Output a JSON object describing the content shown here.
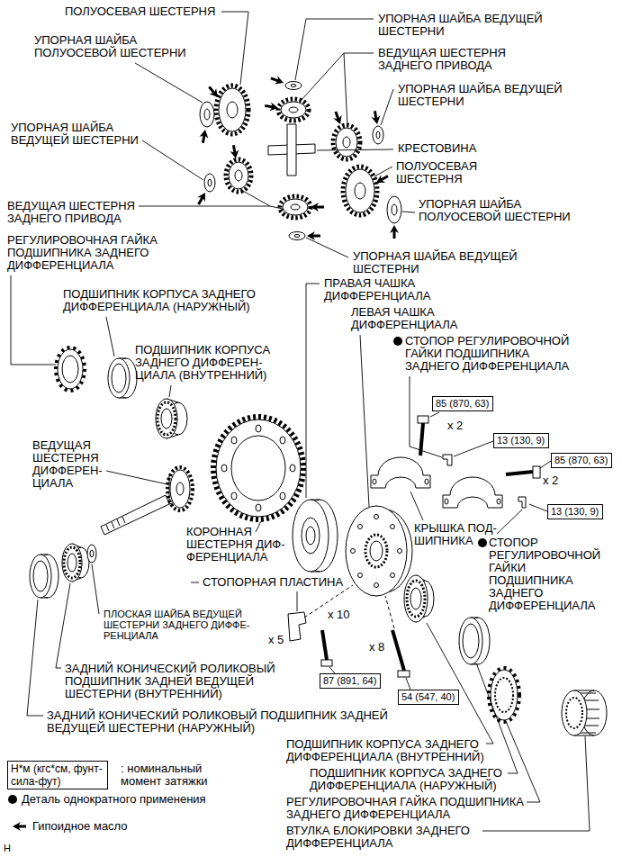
{
  "diagram": {
    "nodes": [
      {
        "text": [
          "85 (870, 63)"
        ]
      },
      {
        "text": [
          "13 (130, 9)"
        ]
      },
      {
        "text": [
          "85 (870, 63)"
        ]
      },
      {
        "text": [
          "13 (130, 9)"
        ]
      },
      {
        "text": [
          "87 (891, 64)"
        ]
      },
      {
        "text": [
          "54 (547, 40)"
        ]
      },
      {
        "text": [
          "Н*м (кгс*см, фунт-сила-фут)"
        ]
      }
    ],
    "labels": [
      "ПОЛУОСЕВАЯ ШЕСТЕРНЯ",
      "УПОРНАЯ ШАЙБА ВЕДУЩЕЙ ШЕСТЕРНИ",
      "УПОРНАЯ ШАЙБА ПОЛУОСЕВОЙ ШЕСТЕРНИ",
      "ВЕДУЩАЯ ШЕСТЕРНЯ ЗАДНЕГО ПРИВОДА",
      "УПОРНАЯ ШАЙБА ВЕДУЩЕЙ ШЕСТЕРНИ",
      "УПОРНАЯ ШАЙБА ВЕДУЩЕЙ ШЕСТЕРНИ",
      "КРЕСТОВИНА",
      "ПОЛУОСЕВАЯ ШЕСТЕРНЯ",
      "УПОРНАЯ ШАЙБА ПОЛУОСЕВОЙ ШЕСТЕРНИ",
      "ВЕДУЩАЯ ШЕСТЕРНЯ ЗАДНЕГО ПРИВОДА",
      "РЕГУЛИРОВОЧНАЯ ГАЙКА ПОДШИПНИКА ЗАДНЕГО ДИФФЕРЕНЦИАЛА",
      "УПОРНАЯ ШАЙБА ВЕДУЩЕЙ ШЕСТЕРНИ",
      "ПРАВАЯ ЧАШКА ДИФФЕРЕНЦИАЛА",
      "ПОДШИПНИК КОРПУСА ЗАДНЕГО ДИФФЕРЕНЦИАЛА (НАРУЖНЫЙ)",
      "ЛЕВАЯ ЧАШКА ДИФФЕРЕНЦИАЛА",
      "СТОПОР РЕГУЛИРОВОЧНОЙ ГАЙКИ ПОДШИПНИКА ЗАДНЕГО ДИФФЕРЕНЦИАЛА",
      "ПОДШИПНИК КОРПУСА ЗАДНЕГО ДИФФЕРЕН- ЦИАЛА (ВНУТРЕННИЙ)",
      "x 2",
      "ВЕДУЩАЯ ШЕСТЕРНЯ ДИФФЕРЕН- ЦИАЛА",
      "x 2",
      "КРЫШКА ПОД- ШИПНИКА",
      "КОРОННАЯ ШЕСТЕРНЯ ДИФ- ФЕРЕНЦИАЛА",
      "СТОПОР РЕГУЛИРОВОЧНОЙ ГАЙКИ ПОДШИПНИКА ЗАДНЕГО ДИФФЕРЕНЦИАЛА",
      "СТОПОРНАЯ ПЛАСТИНА",
      "x 10",
      "ПЛОСКАЯ ШАЙБА ВЕДУЩЕЙ ШЕСТЕРНИ ЗАДНЕГО ДИФФЕ- РЕНЦИАЛА",
      "x 5",
      "x 8",
      "ЗАДНИЙ КОНИЧЕСКИЙ РОЛИКОВЫЙ ПОДШИПНИК ЗАДНЕЙ ВЕДУЩЕЙ ШЕСТЕРНИ (ВНУТРЕННИЙ)",
      "ЗАДНИЙ КОНИЧЕСКИЙ РОЛИКОВЫЙ ПОДШИПНИК ЗАДНЕЙ ВЕДУЩЕЙ ШЕСТЕРНИ (НАРУЖНЫЙ)",
      "ПОДШИПНИК КОРПУСА ЗАДНЕГО ДИФФЕРЕНЦИАЛА (ВНУТРЕННИЙ)",
      "ПОДШИПНИК КОРПУСА ЗАДНЕГО ДИФФЕРЕНЦИАЛА (НАРУЖНЫЙ)",
      "РЕГУЛИРОВОЧНАЯ ГАЙКА ПОДШИПНИКА ЗАДНЕГО ДИФФЕРЕНЦИАЛА",
      "ВТУЛКА БЛОКИРОВКИ ЗАДНЕГО ДИФФЕРЕНЦИАЛА",
      "H"
    ],
    "legend": [
      {
        "text": ": номинальный момент затяжки"
      },
      {
        "text": "Деталь однократного применения"
      },
      {
        "text": "Гипоидное масло"
      }
    ]
  }
}
